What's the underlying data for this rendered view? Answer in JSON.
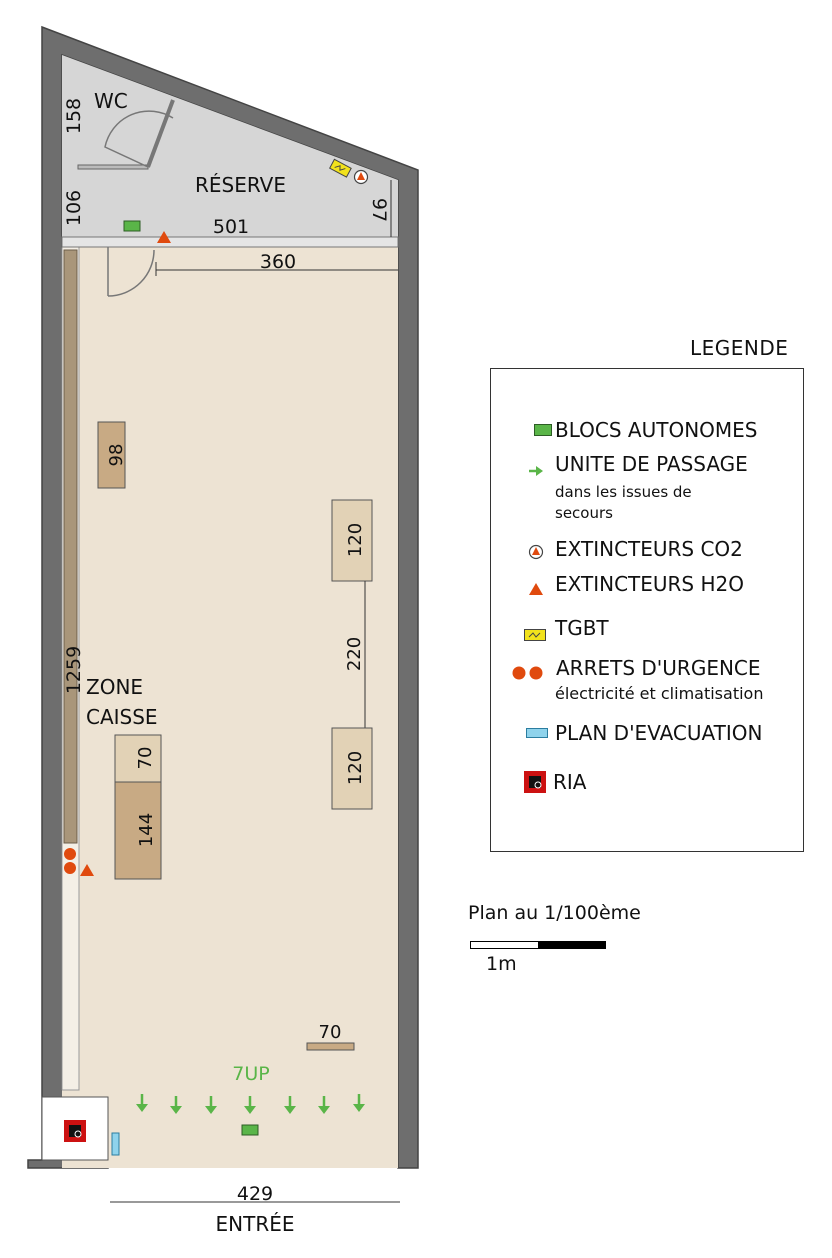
{
  "plan": {
    "rooms": {
      "wc": "WC",
      "reserve": "RÉSERVE",
      "zone_caisse_1": "ZONE",
      "zone_caisse_2": "CAISSE"
    },
    "dimensions": {
      "d158": "158",
      "d106": "106",
      "d97": "97",
      "d501": "501",
      "d360": "360",
      "d1259": "1259",
      "d429": "429",
      "d98": "98",
      "d120a": "120",
      "d220": "220",
      "d120b": "120",
      "d70": "70",
      "d144": "144",
      "d70b": "70"
    },
    "entrance_label": "ENTRÉE",
    "brand_label": "7UP"
  },
  "legend": {
    "title": "LEGENDE",
    "items": {
      "blocs": "BLOCS AUTONOMES",
      "passage": "UNITE DE PASSAGE",
      "passage_sub_1": "dans les issues de",
      "passage_sub_2": "secours",
      "co2": "EXTINCTEURS CO2",
      "h2o": "EXTINCTEURS H2O",
      "tgbt": "TGBT",
      "arrets": "ARRETS D'URGENCE",
      "arrets_sub": "électricité et climatisation",
      "plan_evac": "PLAN D'EVACUATION",
      "ria": "RIA"
    }
  },
  "scale": {
    "label": "Plan au 1/100ème",
    "unit": "1m"
  },
  "colors": {
    "wall": "#6e6e6e",
    "floor": "#ede3d3",
    "reserve": "#d6d6d6",
    "furniture": "#e2d2b6",
    "furniture_dark": "#c8aa84",
    "shelf": "#a9967a",
    "green": "#5ab548",
    "fire_red": "#e04a0e",
    "ria_red": "#cc1111",
    "tgbt_yellow": "#f2e21c",
    "evac_blue": "#8fd3ec"
  }
}
